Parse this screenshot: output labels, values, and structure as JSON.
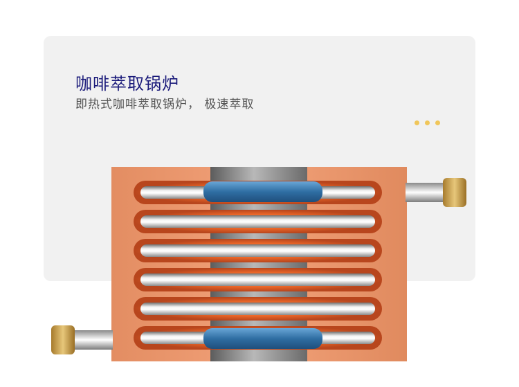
{
  "banner": {
    "title": "咖啡萃取锅炉",
    "subtitle": "即热式咖啡萃取锅炉， 极速萃取",
    "indicator_dot_count": 3
  },
  "graphic": {
    "name": "coil-heat-exchanger-illustration",
    "coil_count": 6
  },
  "colors": {
    "title": "#1a1a7a",
    "subtitle": "#555555",
    "card_background": "#f1f1f1",
    "indicator_dot": "#f0c65a",
    "copper_plate": "#e9936b",
    "coil_glow": "#f07a34",
    "insulator_band": "#2f6ea3",
    "brass_fitting": "#c49a45"
  }
}
